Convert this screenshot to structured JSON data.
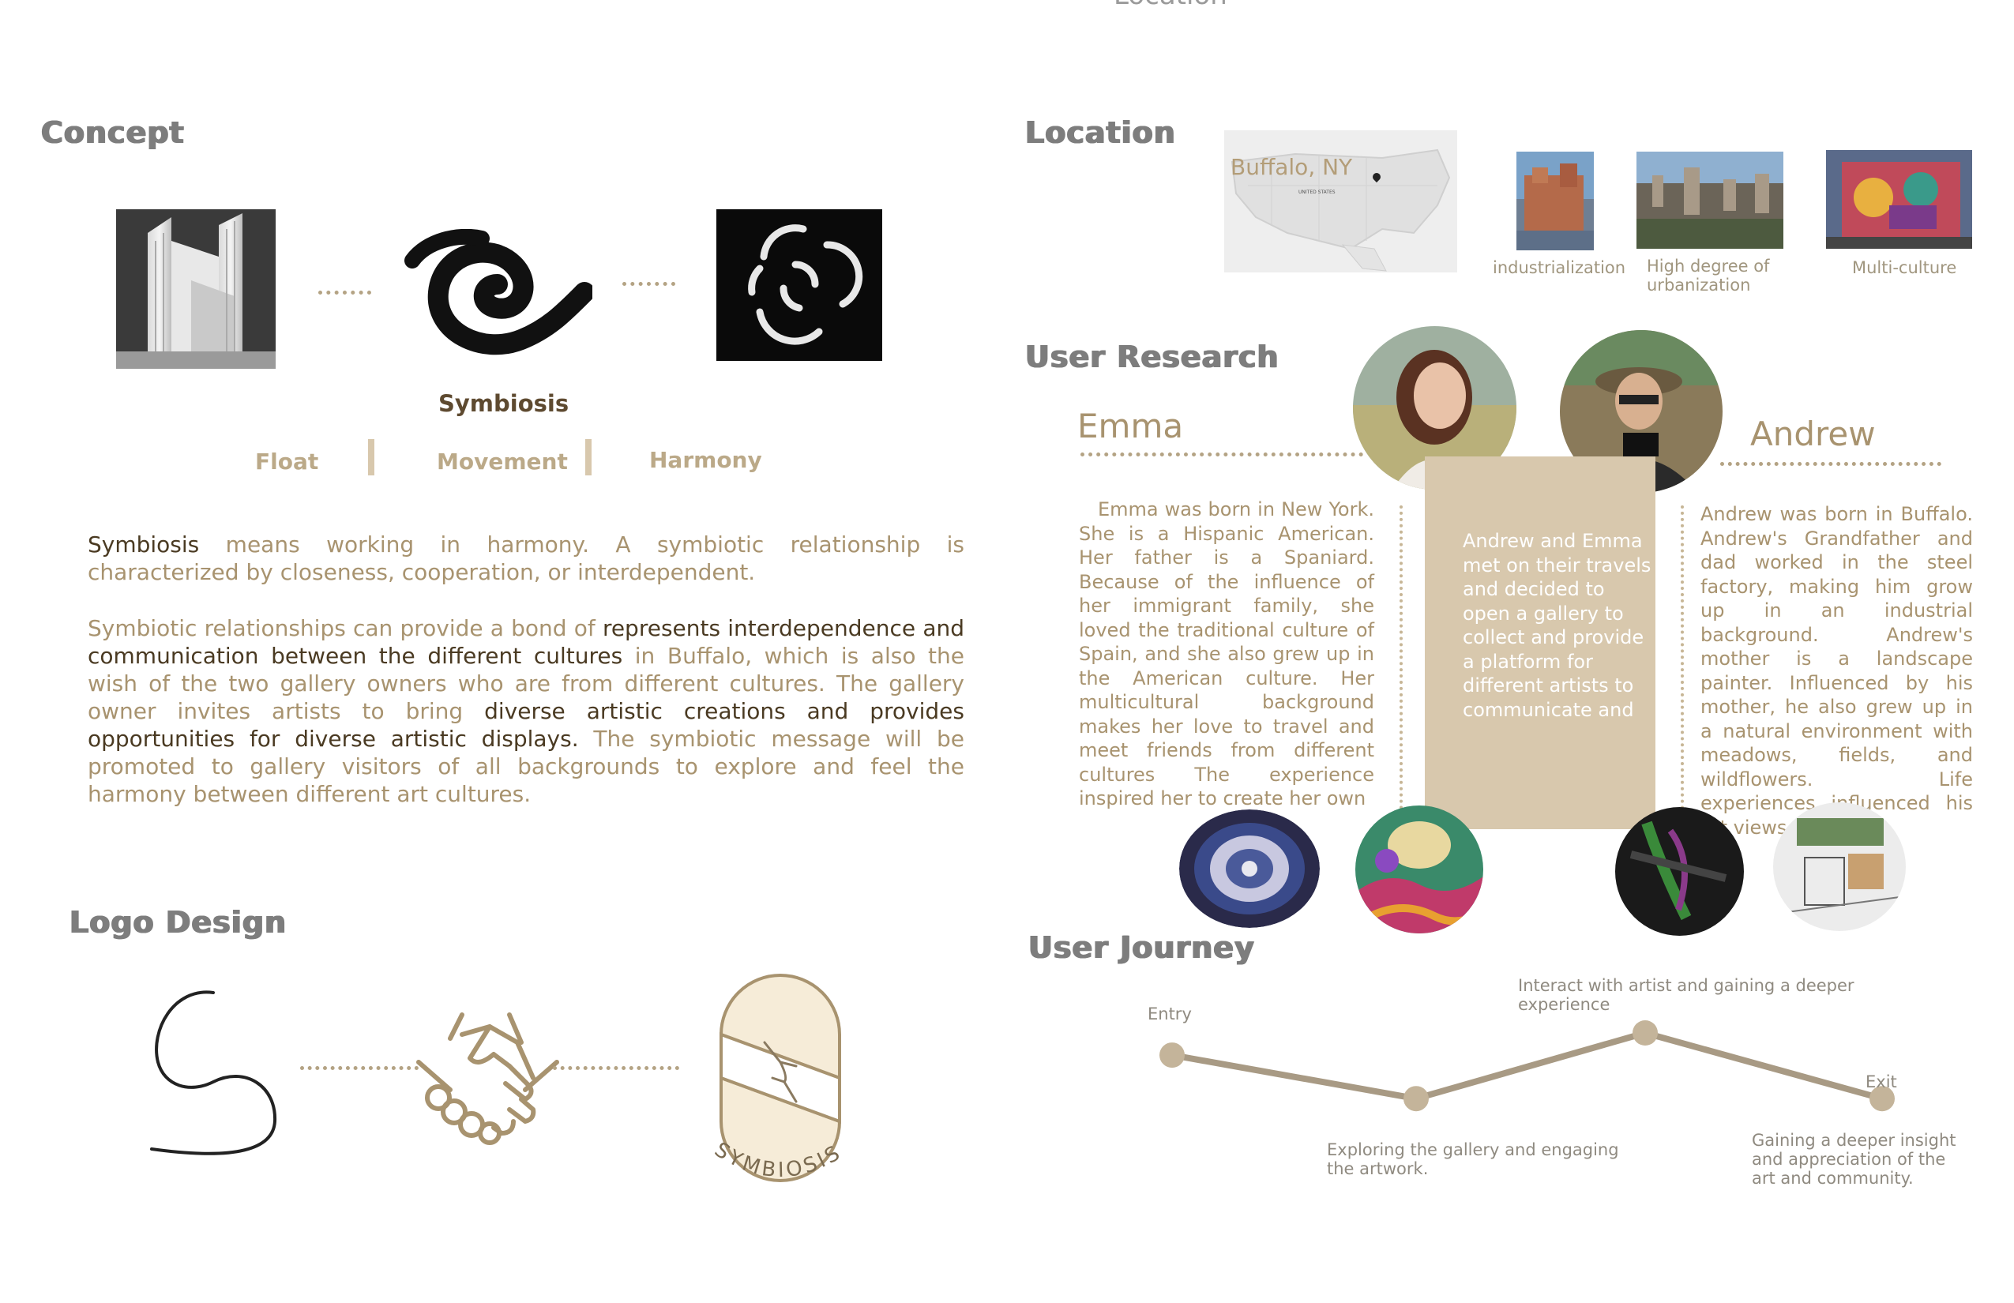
{
  "header": {
    "top_cut_text": "Location"
  },
  "concept": {
    "heading": "Concept",
    "title": "Symbiosis",
    "keywords": [
      "Float",
      "Movement",
      "Harmony"
    ],
    "para1": {
      "lead": "Symbiosis",
      "rest": " means working in harmony. A symbiotic relationship is characterized by closeness, cooperation, or interdependent."
    },
    "para2": {
      "s1": "Symbiotic relationships can provide a bond of ",
      "s2": "represents interdependence and communication between the different cultures",
      "s3": " in Buffalo, which is also the wish of the two gallery owners who are from different cultures. The gallery owner invites artists to bring ",
      "s4": "diverse artistic creations and provides opportunities for diverse artistic displays.",
      "s5": " The symbiotic message will be promoted to gallery visitors of all backgrounds to explore and feel the harmony between different art cultures."
    }
  },
  "logo_design": {
    "heading": "Logo Design",
    "logo_text": "SYMBIOSIS"
  },
  "location": {
    "heading": "Location",
    "map_label": "Buffalo, NY",
    "map_sub": "UNITED STATES",
    "photos": [
      "industrialization",
      "High degree of urbanization",
      "Multi-culture"
    ]
  },
  "user_research": {
    "heading": "User Research",
    "emma": {
      "name": "Emma",
      "bio": "Emma was born in New York. She is a Hispanic American. Her father is a Spaniard. Because of the influence of her immigrant family, she loved the traditional culture of Spain, and she also grew up in the American culture. Her multicultural background makes her love to travel and meet friends from different cultures The experience inspired her to create her own"
    },
    "andrew": {
      "name": "Andrew",
      "bio": "Andrew was born in Buffalo. Andrew's Grandfather and dad worked in the steel factory, making him grow up in an industrial background. Andrew's mother is a landscape painter. Influenced by his mother, he also grew up in a natural environment with meadows, fields, and wildflowers. Life experiences influenced his art views."
    },
    "shared": "Andrew and Emma met on their travels and decided to open a gallery to collect and provide a platform for different artists to communicate and"
  },
  "user_journey": {
    "heading": "User Journey",
    "steps": [
      {
        "label": "Entry",
        "desc": "",
        "level": 0.73
      },
      {
        "label": "",
        "desc": "Exploring the gallery and engaging the artwork.",
        "level": 0.2
      },
      {
        "label": "",
        "desc": "Interact with artist and gaining a deeper experience",
        "level": 1.0
      },
      {
        "label": "Exit",
        "desc": "Gaining a deeper insight and appreciation of the art and community.",
        "level": 0.2
      }
    ]
  },
  "colors": {
    "tan": "#a8936f",
    "dark": "#4a3a22",
    "heading": "#7d7d7d",
    "panel": "#d8c8ad",
    "line": "#a89a84"
  }
}
